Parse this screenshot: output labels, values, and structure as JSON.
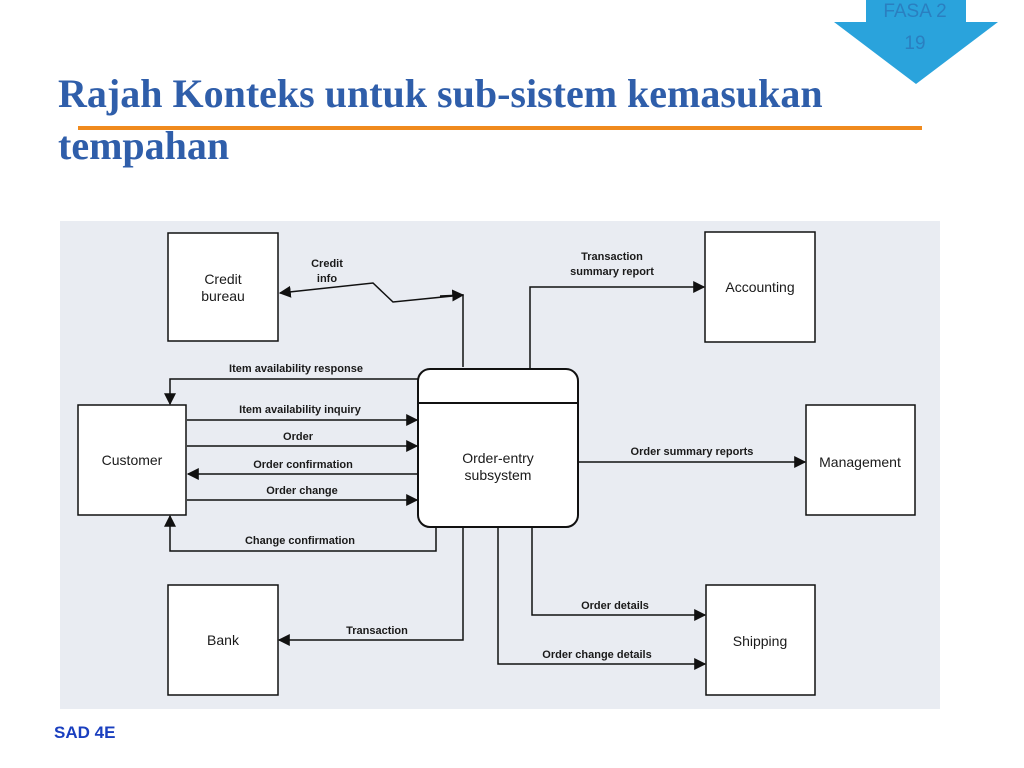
{
  "slide": {
    "badge": {
      "line1": "FASA 2",
      "line2": "19",
      "color": "#2aa3dc"
    },
    "title": "Rajah Konteks untuk sub-sistem kemasukan tempahan",
    "footer": "SAD 4E",
    "colors": {
      "title": "#2f5eaa",
      "rule": "#f08a1d",
      "diagram_bg": "#e9ecf2"
    }
  },
  "diagram": {
    "process": {
      "line1": "Order-entry",
      "line2": "subsystem"
    },
    "entities": {
      "credit_bureau": {
        "line1": "Credit",
        "line2": "bureau"
      },
      "customer": {
        "label": "Customer"
      },
      "bank": {
        "label": "Bank"
      },
      "accounting": {
        "label": "Accounting"
      },
      "management": {
        "label": "Management"
      },
      "shipping": {
        "label": "Shipping"
      }
    },
    "flows": {
      "credit_info": {
        "line1": "Credit",
        "line2": "info"
      },
      "transaction_summary": {
        "line1": "Transaction",
        "line2": "summary report"
      },
      "item_availability_response": "Item availability response",
      "item_availability_inquiry": "Item availability inquiry",
      "order": "Order",
      "order_confirmation": "Order confirmation",
      "order_change": "Order change",
      "change_confirmation": "Change confirmation",
      "order_summary_reports": "Order summary reports",
      "transaction": "Transaction",
      "order_details": "Order details",
      "order_change_details": "Order change details"
    }
  }
}
